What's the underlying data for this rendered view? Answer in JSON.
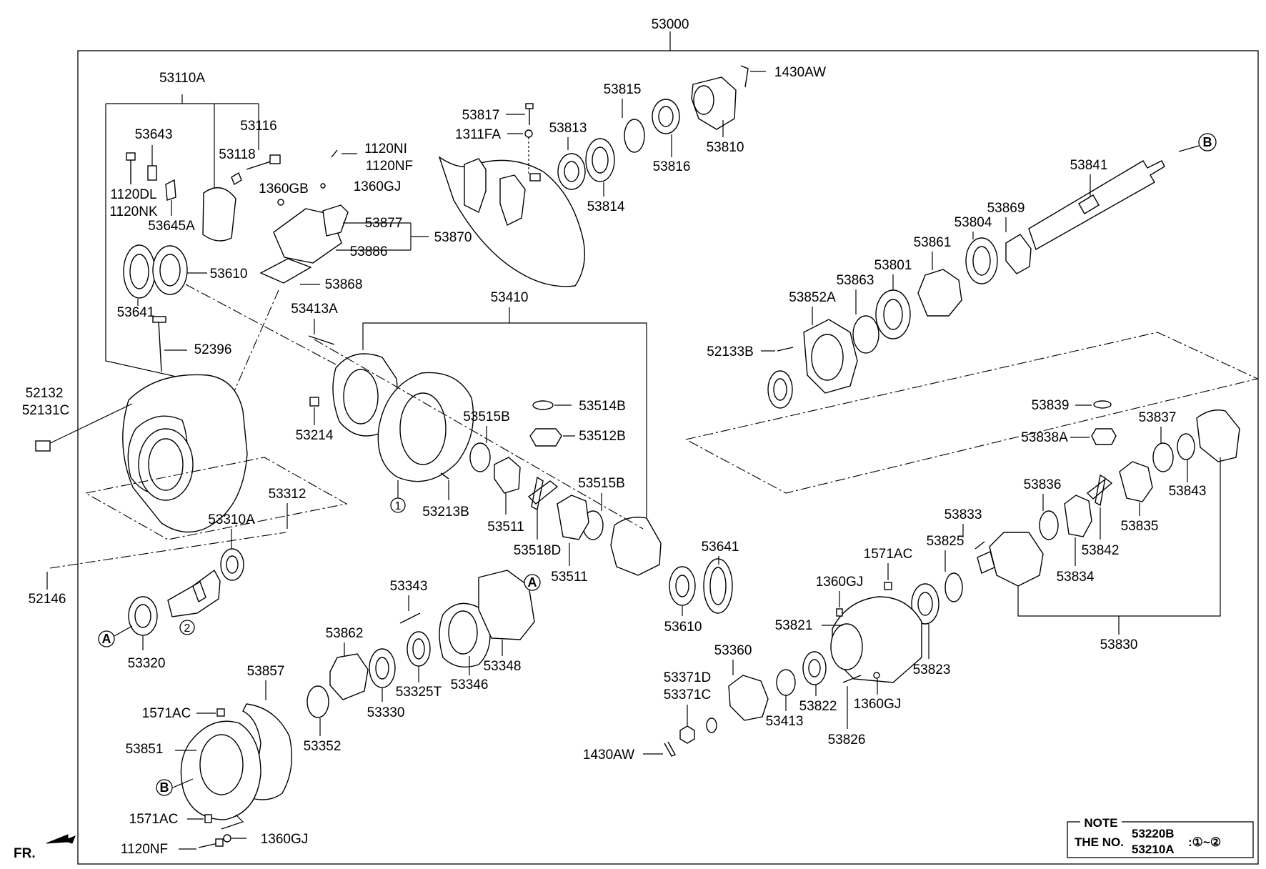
{
  "diagram": {
    "assembly_number": "53000",
    "direction_label": "FR.",
    "note": {
      "title": "NOTE",
      "prefix": "THE NO.",
      "line1": "53220B",
      "line2": "53210A",
      "range": ":①~②"
    },
    "markers": {
      "A": "A",
      "B": "B",
      "one": "1",
      "two": "2"
    },
    "labels": {
      "l53110A": "53110A",
      "l53643": "53643",
      "l53116": "53116",
      "l53118": "53118",
      "l1120DL": "1120DL",
      "l1120NK": "1120NK",
      "l53645A": "53645A",
      "l1120NI": "1120NI",
      "l1120NF_top": "1120NF",
      "l1360GB": "1360GB",
      "l1360GJ_top": "1360GJ",
      "l53877": "53877",
      "l53870": "53870",
      "l53886": "53886",
      "l53610_top": "53610",
      "l53641_top": "53641",
      "l53868": "53868",
      "l53413A": "53413A",
      "l52396": "52396",
      "l52132": "52132",
      "l52131C": "52131C",
      "l53214": "53214",
      "l53410": "53410",
      "l53514B": "53514B",
      "l53515B_a": "53515B",
      "l53512B": "53512B",
      "l53213B": "53213B",
      "l53511_a": "53511",
      "l53515B_b": "53515B",
      "l53518D": "53518D",
      "l53511_b": "53511",
      "l53312": "53312",
      "l53310A": "53310A",
      "l52146": "52146",
      "l53320": "53320",
      "l53343": "53343",
      "l53348": "53348",
      "l53346": "53346",
      "l53325T": "53325T",
      "l53330": "53330",
      "l53862": "53862",
      "l53857": "53857",
      "l53352": "53352",
      "l1571AC_a": "1571AC",
      "l53851": "53851",
      "l1571AC_b": "1571AC",
      "l1360GJ_bot": "1360GJ",
      "l1120NF_bot": "1120NF",
      "l53817": "53817",
      "l1311FA": "1311FA",
      "l53813": "53813",
      "l53815": "53815",
      "l53814": "53814",
      "l53816": "53816",
      "l53810": "53810",
      "l1430AW_top": "1430AW",
      "l53841": "53841",
      "l53869": "53869",
      "l53804": "53804",
      "l53861": "53861",
      "l53801": "53801",
      "l53863": "53863",
      "l53852A": "53852A",
      "l52133B": "52133B",
      "l53839": "53839",
      "l53837": "53837",
      "l53838A": "53838A",
      "l53843": "53843",
      "l53836": "53836",
      "l53833": "53833",
      "l53835": "53835",
      "l53842": "53842",
      "l53834": "53834",
      "l53830": "53830",
      "l53641_mid": "53641",
      "l53610_mid": "53610",
      "l1571AC_c": "1571AC",
      "l53825": "53825",
      "l1360GJ_mid": "1360GJ",
      "l53821": "53821",
      "l53823": "53823",
      "l53360": "53360",
      "l53371D": "53371D",
      "l53371C": "53371C",
      "l53413": "53413",
      "l53822": "53822",
      "l1360GJ_low": "1360GJ",
      "l53826": "53826",
      "l1430AW_bot": "1430AW"
    }
  }
}
